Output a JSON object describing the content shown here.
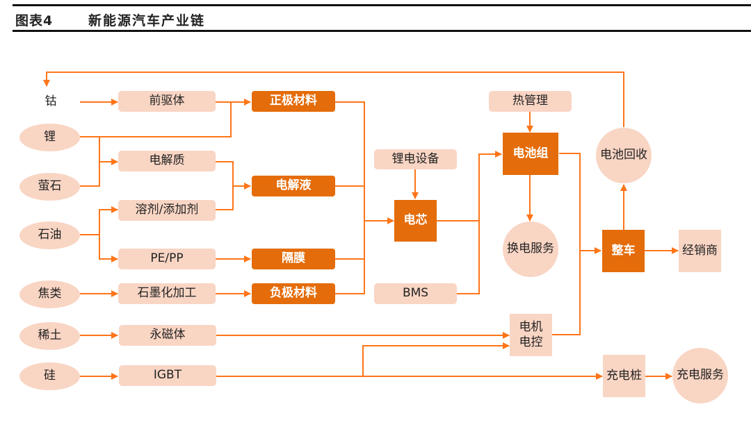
{
  "header": {
    "figure_label": "图表4",
    "title": "新能源汽车产业链"
  },
  "colors": {
    "arrow": "#ff7518",
    "light_fill": "#f9d5c4",
    "dark_fill": "#e46c0a"
  },
  "nodes": {
    "cobalt": "钴",
    "lithium": "锂",
    "fluorite": "萤石",
    "petroleum": "石油",
    "coke": "焦类",
    "rare_earth": "稀土",
    "silicon": "硅",
    "precursor": "前驱体",
    "electrolyte_solute": "电解质",
    "solvent_additive": "溶剂/添加剂",
    "pe_pp": "PE/PP",
    "graphitization": "石墨化加工",
    "permanent_magnet": "永磁体",
    "igbt": "IGBT",
    "cathode": "正极材料",
    "electrolyte": "电解液",
    "separator": "隔膜",
    "anode": "负极材料",
    "li_equipment": "锂电设备",
    "cell": "电芯",
    "bms": "BMS",
    "thermal_mgmt": "热管理",
    "battery_pack": "电池组",
    "battery_swap": "换电服务",
    "motor_control_line1": "电机",
    "motor_control_line2": "电控",
    "battery_recycling": "电池回收",
    "vehicle": "整车",
    "dealer": "经销商",
    "charging_pile": "充电桩",
    "charging_service": "充电服务"
  },
  "edges": [
    [
      "battery_recycling",
      "cobalt"
    ],
    [
      "cobalt",
      "precursor"
    ],
    [
      "precursor",
      "cathode"
    ],
    [
      "lithium",
      "cathode"
    ],
    [
      "lithium",
      "electrolyte_solute"
    ],
    [
      "fluorite",
      "electrolyte_solute"
    ],
    [
      "electrolyte_solute",
      "electrolyte"
    ],
    [
      "solvent_additive",
      "electrolyte"
    ],
    [
      "petroleum",
      "solvent_additive"
    ],
    [
      "petroleum",
      "pe_pp"
    ],
    [
      "pe_pp",
      "separator"
    ],
    [
      "coke",
      "graphitization"
    ],
    [
      "graphitization",
      "anode"
    ],
    [
      "rare_earth",
      "permanent_magnet"
    ],
    [
      "silicon",
      "igbt"
    ],
    [
      "cathode",
      "cell"
    ],
    [
      "electrolyte",
      "cell"
    ],
    [
      "separator",
      "cell"
    ],
    [
      "anode",
      "cell"
    ],
    [
      "li_equipment",
      "cell"
    ],
    [
      "cell",
      "battery_pack"
    ],
    [
      "bms",
      "battery_pack"
    ],
    [
      "thermal_mgmt",
      "battery_pack"
    ],
    [
      "battery_pack",
      "battery_swap"
    ],
    [
      "battery_pack",
      "vehicle"
    ],
    [
      "permanent_magnet",
      "motor_control"
    ],
    [
      "igbt",
      "motor_control"
    ],
    [
      "motor_control",
      "vehicle"
    ],
    [
      "igbt",
      "charging_pile"
    ],
    [
      "vehicle",
      "battery_recycling"
    ],
    [
      "vehicle",
      "dealer"
    ],
    [
      "charging_pile",
      "charging_service"
    ]
  ]
}
